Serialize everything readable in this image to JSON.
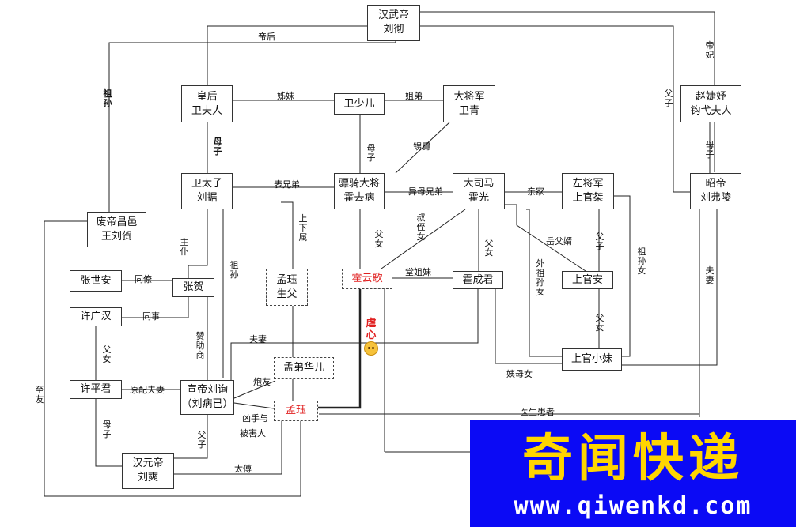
{
  "nodes": {
    "han_wudi": "汉武帝\n刘彻",
    "empress_wei": "皇后\n卫夫人",
    "wei_shaoer": "卫少儿",
    "wei_qing": "大将军\n卫青",
    "zhao_jieyu": "赵婕妤\n钩弋夫人",
    "crown_prince": "卫太子\n刘据",
    "huo_qubing": "骠骑大将\n霍去病",
    "huo_guang": "大司马\n霍光",
    "shangguan_jie": "左将军\n上官桀",
    "zhaodi": "昭帝\n刘弗陵",
    "liu_he": "废帝昌邑\n王刘贺",
    "zhang_shian": "张世安",
    "zhang_he": "张贺",
    "meng_father": "孟珏\n生父",
    "huo_yunge": "霍云歌",
    "huo_chengjun": "霍成君",
    "shangguan_an": "上官安",
    "xu_guanghan": "许广汉",
    "shangguan_xiaomei": "上官小妹",
    "meng_huaer": "孟弟华儿",
    "xu_pingjun": "许平君",
    "xuandi": "宣帝刘询\n（刘病已）",
    "meng_jue": "孟珏",
    "yuandi": "汉元帝\n刘奭"
  },
  "labels": {
    "dihou": "帝后",
    "difei": "帝\n妃",
    "zisun": "祖\n孙",
    "fuzi_top": "父\n子",
    "jiemei": "姊妹",
    "jiedi": "姐弟",
    "muzi_1": "母\n子",
    "muzi_2": "母\n子",
    "sheng": "甥舅",
    "muzi_3": "母\n子",
    "biaoxiongdi": "表兄弟",
    "yimuxiongdi": "异母兄弟",
    "qinjia": "亲家",
    "shangxiashu": "上\n下\n属",
    "zhupu": "主\n仆",
    "zisun_2": "祖\n孙",
    "funv_1": "父\n女",
    "shuzhinv": "叔\n侄\n女",
    "funv_2": "父\n女",
    "yuefuxu": "岳父婿",
    "fuzi_2": "父\n子",
    "waizusunnv": "外\n祖\n孙\n女",
    "zusunnv": "祖\n孙\n女",
    "fuqi_zhao": "夫\n妻",
    "tongliao": "同僚",
    "tangjiemei": "堂姐妹",
    "tongshi": "同事",
    "zanzhushang": "赞\n助\n商",
    "funv_3": "父\n女",
    "funv_4": "父\n女",
    "fuqi": "夫妻",
    "nuexin": "虐\n心",
    "yimunv": "姨母女",
    "zhiyou": "至\n友",
    "paoyou": "炮友",
    "yuanpeifuqi": "原配夫妻",
    "yishenghuanzhe": "医生患者",
    "xiongshouyu": "凶手与",
    "beihairen": "被害人",
    "muzi_4": "母\n子",
    "fuzi_3": "父\n子",
    "taifu": "太傅"
  },
  "banner": {
    "title": "奇闻快递",
    "url": "www.qiwenkd.com"
  },
  "colors": {
    "highlight_red": "#e02020",
    "banner_blue": "#0b0af5",
    "banner_yellow": "#ffd500"
  },
  "icons": [
    "smiley-icon"
  ]
}
